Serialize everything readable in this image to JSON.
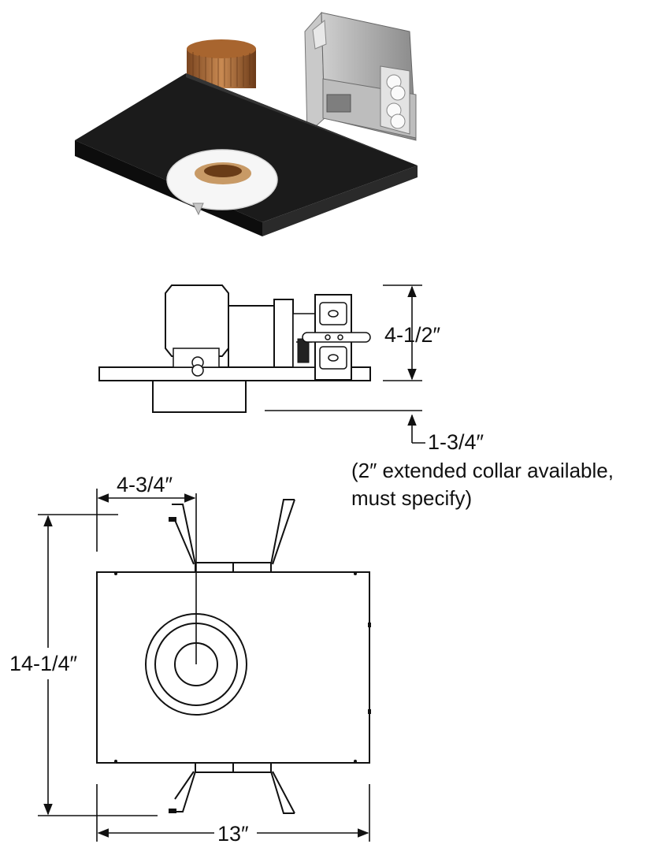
{
  "dimensions": {
    "side_height": "4-1/2″",
    "collar_depth": "1-3/4″",
    "collar_note_line1": "(2″ extended collar available,",
    "collar_note_line2": "must specify)",
    "aperture_offset": "4-3/4″",
    "overall_length": "14-1/4″",
    "overall_width": "13″"
  },
  "colors": {
    "line": "#111111",
    "plate": "#1b1b1b",
    "can": "#b07040",
    "trim": "#f4f4f4",
    "bracket": "#9a9a9a"
  }
}
